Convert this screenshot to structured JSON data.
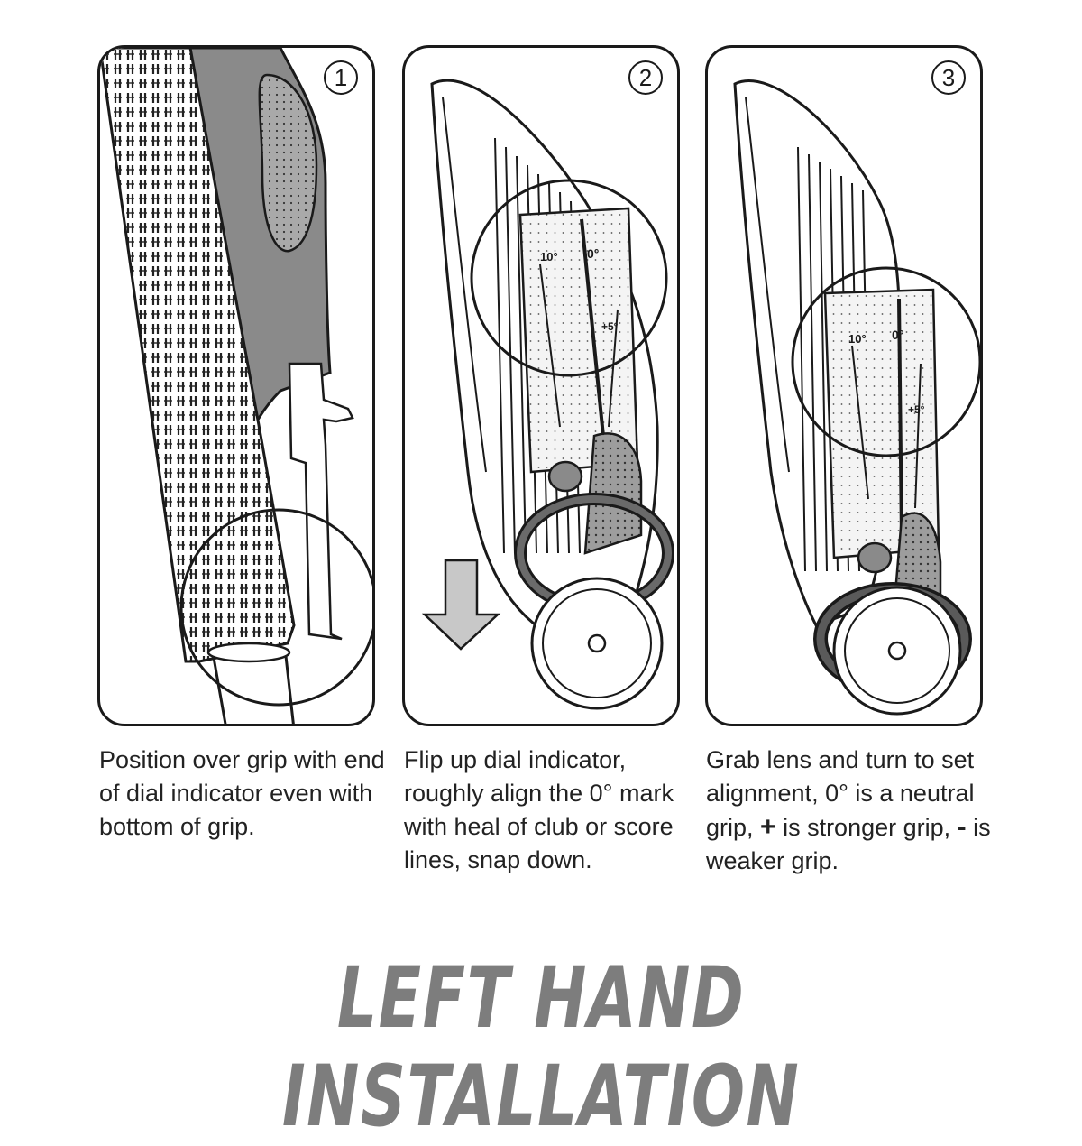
{
  "steps": [
    {
      "number": "1",
      "caption": "Position over grip with end of dial indicator even with bottom of grip."
    },
    {
      "number": "2",
      "caption": "Flip up dial indicator, roughly align the 0° mark with heal of club or score lines, snap down.",
      "dial_marks": {
        "left": "10°",
        "center": "0°",
        "right": "+5°"
      }
    },
    {
      "number": "3",
      "caption_part1": "Grab lens and turn to set alignment, 0° is a neutral grip, ",
      "plus_sign": "+",
      "caption_part2": " is stronger grip, ",
      "minus_sign": "-",
      "caption_part3": " is weaker grip.",
      "dial_marks": {
        "left": "10°",
        "center": "0°",
        "right": "+5°"
      }
    }
  ],
  "footer_title": "LEFT HAND INSTALLATION",
  "colors": {
    "outline": "#1a1a1a",
    "grip_gray": "#8a8a8a",
    "arrow_gray": "#c8c8c8",
    "title_gray": "#7d7d7d"
  }
}
